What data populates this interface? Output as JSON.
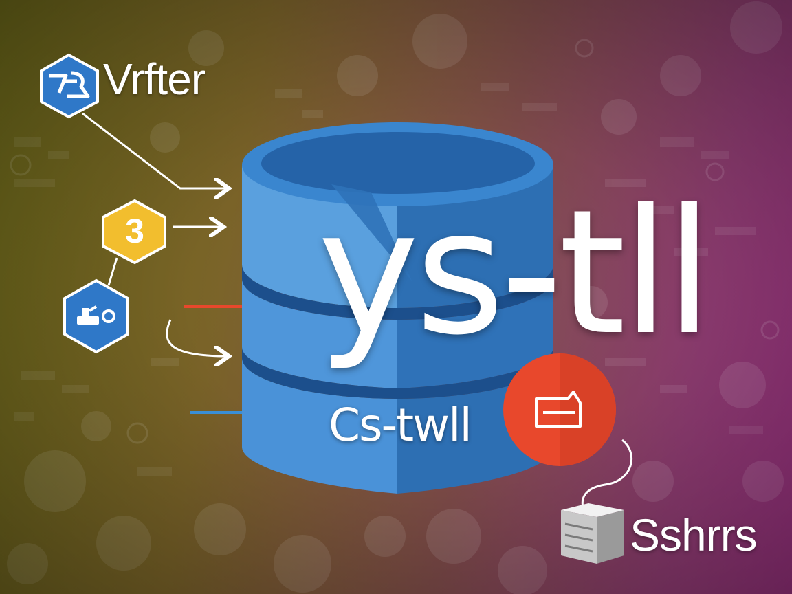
{
  "brand": {
    "name": "Vrfter",
    "logo_icon": "brand-logo-icon"
  },
  "badge": {
    "number": "3",
    "color": "#f2be2e"
  },
  "title": {
    "main": "ys-tll",
    "sub": "Cs-twll"
  },
  "servers": {
    "label": "Sshrrs",
    "icon": "server-stack-icon"
  },
  "colors": {
    "database_light": "#5aa0de",
    "database_dark": "#2d6fb3",
    "accent_red": "#e8482c",
    "accent_blue": "#3a8fd6",
    "badge_yellow": "#f2be2e",
    "hex_blue": "#2f78c8"
  },
  "icons": [
    "brand-logo-icon",
    "number-badge-icon",
    "link-tool-icon",
    "database-icon",
    "folder-icon",
    "server-stack-icon",
    "arrow-icon"
  ]
}
